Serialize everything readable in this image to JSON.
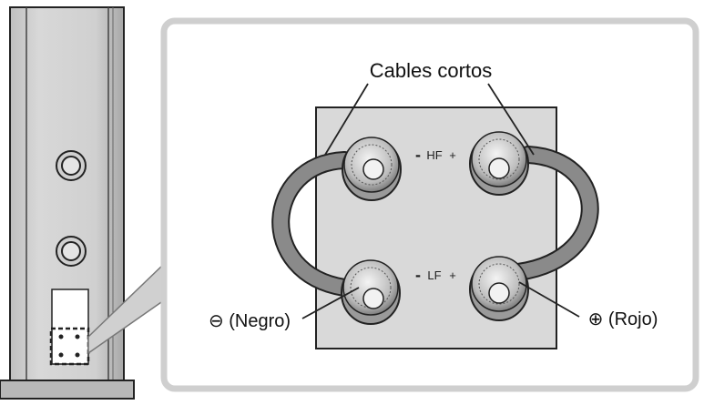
{
  "labels": {
    "short_cables": "Cables cortos",
    "negative": "⊖ (Negro)",
    "positive": "⊕ (Rojo)",
    "hf_minus": "-",
    "hf_text": "HF",
    "hf_plus": "+",
    "lf_minus": "-",
    "lf_text": "LF",
    "lf_plus": "+"
  },
  "colors": {
    "panel_fill": "#d9d9d9",
    "cable_fill": "#8a8a8a",
    "speaker_fill": "#c9c9c9",
    "callout_fill": "#d0d0d0",
    "border": "#222222"
  }
}
